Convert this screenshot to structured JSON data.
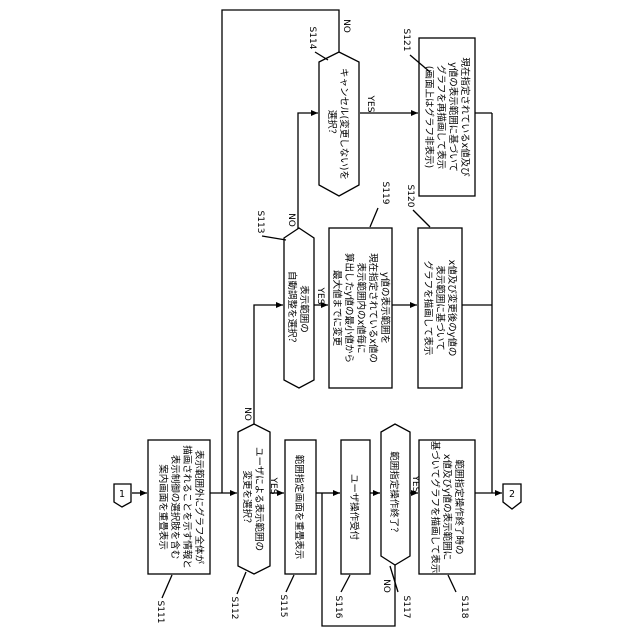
{
  "connectors": {
    "start": "1",
    "end": "2"
  },
  "steps": {
    "s111": {
      "id": "S111",
      "lines": [
        "表示範囲外にグラフ全体が",
        "描画されることを示す情報と",
        "表示制御の選択肢を含む",
        "案内画面を重畳表示"
      ]
    },
    "s112": {
      "id": "S112",
      "lines": [
        "ユーザによる表示範囲の",
        "変更を選択？"
      ]
    },
    "s113": {
      "id": "S113",
      "lines": [
        "表示範囲の",
        "自動調整を選択？"
      ]
    },
    "s114": {
      "id": "S114",
      "lines": [
        "キャンセル(変更しない)を",
        "選択？"
      ]
    },
    "s115": {
      "id": "S115",
      "lines": [
        "範囲指定画面を重畳表示"
      ]
    },
    "s116": {
      "id": "S116",
      "lines": [
        "ユーザ操作受付"
      ]
    },
    "s117": {
      "id": "S117",
      "lines": [
        "範囲指定操作終了？"
      ]
    },
    "s118": {
      "id": "S118",
      "lines": [
        "範囲指定操作終了時の",
        "x値及びy値の表示範囲に",
        "基づいてグラフを描画して表示"
      ]
    },
    "s119": {
      "id": "S119",
      "lines": [
        "y値の表示範囲を",
        "現在指定されているx値の",
        "表示範囲内のx値毎に",
        "算出したy値の最小値から",
        "最大値までに変更"
      ]
    },
    "s120": {
      "id": "S120",
      "lines": [
        "x値及び変更後のy値の",
        "表示範囲に基づいて",
        "グラフを描画して表示"
      ]
    },
    "s121": {
      "id": "S121",
      "lines": [
        "現在指定されているx値及び",
        "y値の表示範囲に基づいて",
        "グラフを再描画して表示",
        "(画面上はグラフ非表示)"
      ]
    }
  },
  "branch_labels": {
    "s112_yes": "YES",
    "s112_no": "NO",
    "s113_yes": "YES",
    "s113_no": "NO",
    "s114_yes": "YES",
    "s114_no": "NO",
    "s117_yes": "YES",
    "s117_no": "NO"
  }
}
